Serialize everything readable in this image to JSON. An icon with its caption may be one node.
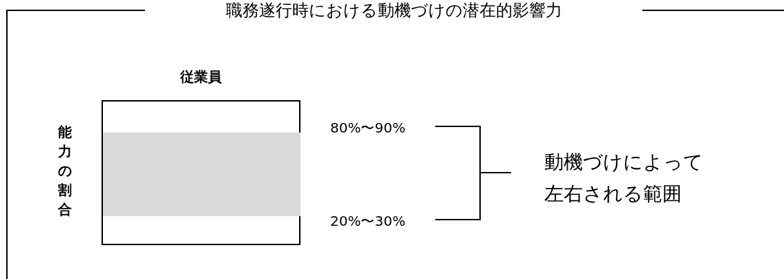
{
  "diagram": {
    "title": "職務遂行時における動機づけの潜在的影響力",
    "nodes": [
      {
        "text": [
          "従業員"
        ],
        "beside": [
          "能力の割合"
        ]
      },
      {
        "text": [],
        "shape": "bar",
        "in": 0
      }
    ],
    "labels": [
      "80%〜90%",
      "20%〜30%",
      "動機づけによって左右される範囲"
    ]
  }
}
